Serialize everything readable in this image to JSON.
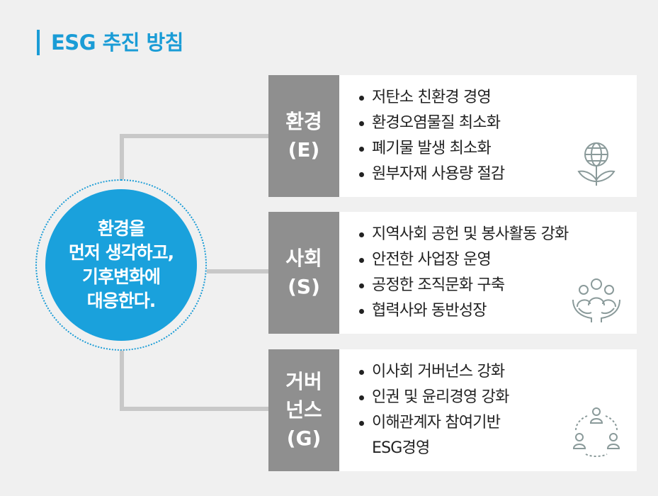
{
  "title": "ESG 추진 방침",
  "center": "환경을\n먼저 생각하고,\n기후변화에\n대응한다.",
  "rows": [
    {
      "label": "환경\n(E)",
      "items": [
        "저탄소 친환경 경영",
        "환경오염물질 최소화",
        "폐기물 발생 최소화",
        "원부자재 사용량 절감"
      ],
      "icon": "globe-plant-icon"
    },
    {
      "label": "사회\n(S)",
      "items": [
        "지역사회 공헌 및 봉사활동 강화",
        "안전한 사업장 운영",
        "공정한 조직문화 구축",
        "협력사와 동반성장"
      ],
      "icon": "people-hands-icon"
    },
    {
      "label": "거버\n넌스\n(G)",
      "items": [
        "이사회 거버넌스 강화",
        "인권 및 윤리경영 강화",
        "이해관계자 참여기반\nESG경영"
      ],
      "icon": "network-people-icon"
    }
  ],
  "colors": {
    "accent": "#1a9cd6",
    "label_bg": "#8f8f8f",
    "connector": "#c8c8c8",
    "background": "#f0f0f0",
    "icon_stroke": "#8a9a9a"
  }
}
